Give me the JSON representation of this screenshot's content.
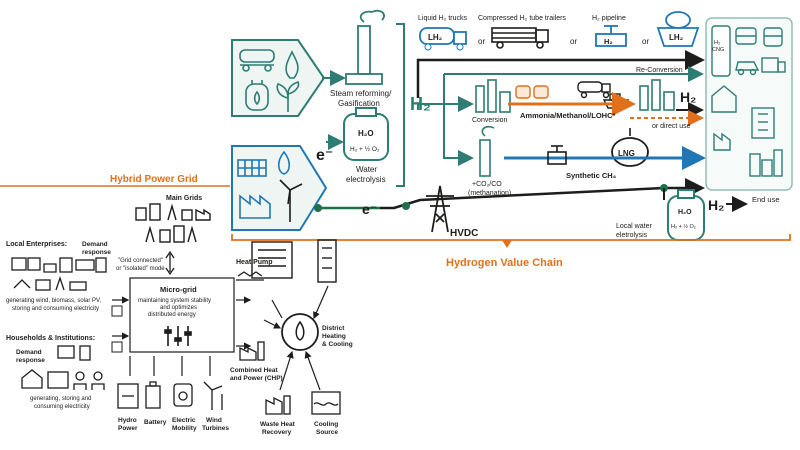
{
  "colors": {
    "teal": "#2e7d74",
    "teal_light": "#5fae9e",
    "orange": "#e1701c",
    "blue": "#1f78b4",
    "dark": "#1d1d1b",
    "grey": "#6b6b6b"
  },
  "top": {
    "transport": {
      "lh2_trucks": "Liquid H₂ trucks",
      "tube_trailers": "Compressed H₂ tube trailers",
      "pipeline": "H₂ pipeline",
      "or_1": "or",
      "or_2": "or",
      "or_3": "or",
      "badge_lh2": "LH₂",
      "badge_h2": "H₂",
      "badge_lh2_ship": "LH₂"
    },
    "steam_reforming": "Steam reforming/",
    "gasification": "Gasification",
    "water_electrolysis_1": "Water",
    "water_electrolysis_2": "electrolysis",
    "h2o": "H₂O",
    "h2_half_o2": "H₂ + ½ O₂",
    "h2_big": "H₂",
    "e_minus_1": "e⁻",
    "e_minus_2": "e⁻",
    "re_conversion": "Re-Conversion",
    "conversion": "Conversion",
    "ammonia": "Ammonia/Methanol/LOHC*",
    "or_direct_use": "or direct use",
    "h2_after": "H₂",
    "lng": "LNG",
    "co2_line1": "+CO₂/CO",
    "co2_line2": "(methanation)",
    "synthetic_ch4": "Synthetic CH₄",
    "hvdc": "HVDC",
    "local_water_1": "Local water",
    "local_water_2": "eletrolysis",
    "h2_end": "H₂",
    "end_use": "End use",
    "h2_cng_1": "H₂",
    "h2_cng_2": "CNG"
  },
  "titles": {
    "hybrid_power_grid": "Hybrid Power Grid",
    "hydrogen_value_chain": "Hydrogen Value Chain"
  },
  "grid": {
    "main_grids": "Main Grids",
    "demand_response_1": "Demand",
    "demand_response_2": "response",
    "local_enterprises": "Local Enterprises:",
    "grid_mode_1": "\"Grid connected\"",
    "grid_mode_2": "or \"isolated\" mode",
    "le_desc_1": "generating wind, biomass, solar PV,",
    "le_desc_2": "storing and consuming electricity",
    "microgrid_title": "Micro-grid",
    "microgrid_desc_1": "maintaining system stability",
    "microgrid_desc_2": "and optimizes",
    "microgrid_desc_3": "distributed energy",
    "households": "Households & Institutions:",
    "hh_demand_1": "Demand",
    "hh_demand_2": "response",
    "hh_desc_1": "generating, storing and",
    "hh_desc_2": "consuming electricity",
    "heat_pump": "Heat Pump",
    "district_1": "District",
    "district_2": "Heating",
    "district_3": "& Cooling",
    "chp_1": "Combined Heat",
    "chp_2": "and Power (CHP)",
    "hydro_1": "Hydro",
    "hydro_2": "Power",
    "battery": "Battery",
    "electric_1": "Electric",
    "electric_2": "Mobility",
    "wind_1": "Wind",
    "wind_2": "Turbines",
    "waste_1": "Waste Heat",
    "waste_2": "Recovery",
    "cooling_1": "Cooling",
    "cooling_2": "Source"
  }
}
